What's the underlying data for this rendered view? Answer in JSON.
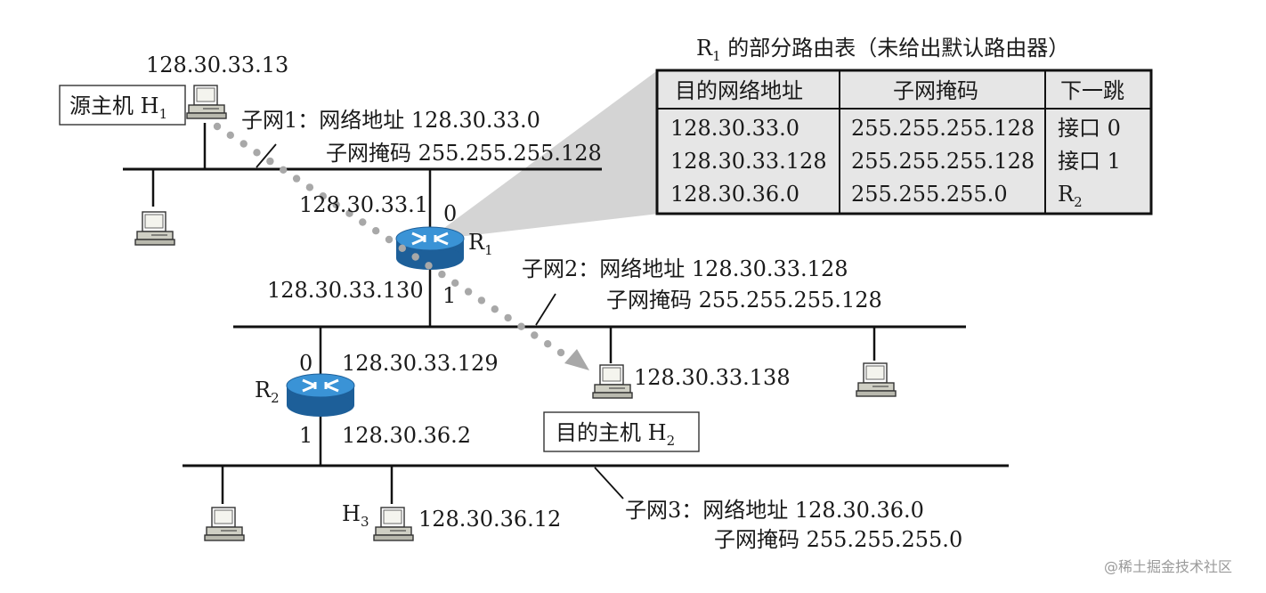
{
  "table": {
    "title_prefix": "R",
    "title_sub": "1",
    "title_suffix": " 的部分路由表（未给出默认路由器）",
    "headers": [
      "目的网络地址",
      "子网掩码",
      "下一跳"
    ],
    "rows": [
      [
        "128.30.33.0",
        "255.255.255.128",
        "接口 0"
      ],
      [
        "128.30.33.128",
        "255.255.255.128",
        "接口 1"
      ],
      [
        "128.30.36.0",
        "255.255.255.0",
        "R"
      ]
    ],
    "last_hop_sub": "2"
  },
  "hosts": {
    "source_ip": "128.30.33.13",
    "source_label": "源主机 H",
    "source_sub": "1",
    "dest_ip": "128.30.33.138",
    "dest_label": "目的主机 H",
    "dest_sub": "2",
    "h3_label": "H",
    "h3_sub": "3",
    "h3_ip": "128.30.36.12"
  },
  "subnet1": {
    "line1": "子网1：网络地址 128.30.33.0",
    "line2": "子网掩码 255.255.255.128"
  },
  "subnet2": {
    "line1": "子网2：网络地址 128.30.33.128",
    "line2": "子网掩码 255.255.255.128"
  },
  "subnet3": {
    "line1": "子网3：网络地址 128.30.36.0",
    "line2": "子网掩码 255.255.255.0"
  },
  "r1": {
    "label": "R",
    "sub": "1",
    "port0": "0",
    "port1": "1",
    "ip0": "128.30.33.1",
    "ip1": "128.30.33.130"
  },
  "r2": {
    "label": "R",
    "sub": "2",
    "port0": "0",
    "port1": "1",
    "ip0": "128.30.33.129",
    "ip1": "128.30.36.2"
  },
  "watermark": "@稀土掘金技术社区",
  "colors": {
    "line": "#111111",
    "router_blue": "#2d82c6",
    "router_blue_dark": "#1d5f99",
    "host_gray": "#cfcfc4",
    "table_bg": "#e8e8e8",
    "callout_gray": "#cfcfcf",
    "path_dots": "#a8a8a8"
  }
}
